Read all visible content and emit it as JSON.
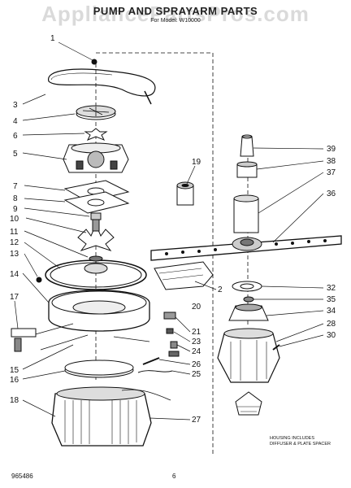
{
  "header": {
    "watermark": "AppliancePartsPros.com",
    "title": "PUMP AND SPRAYARM PARTS",
    "subtitle": "For Model: W10000"
  },
  "footer": {
    "doc_number": "965486",
    "page_number": "6"
  },
  "note": {
    "line1": "HOUSING INCLUDES",
    "line2": "DIFFUSER & PLATE SPACER"
  },
  "callouts": [
    {
      "id": "c1",
      "text": "1"
    },
    {
      "id": "c3",
      "text": "3"
    },
    {
      "id": "c4",
      "text": "4"
    },
    {
      "id": "c6",
      "text": "6"
    },
    {
      "id": "c5",
      "text": "5"
    },
    {
      "id": "c7",
      "text": "7"
    },
    {
      "id": "c8",
      "text": "8"
    },
    {
      "id": "c9",
      "text": "9"
    },
    {
      "id": "c10",
      "text": "10"
    },
    {
      "id": "c11",
      "text": "11"
    },
    {
      "id": "c12",
      "text": "12"
    },
    {
      "id": "c13",
      "text": "13"
    },
    {
      "id": "c14",
      "text": "14"
    },
    {
      "id": "c17",
      "text": "17"
    },
    {
      "id": "c15",
      "text": "15"
    },
    {
      "id": "c16",
      "text": "16"
    },
    {
      "id": "c18",
      "text": "18"
    },
    {
      "id": "c19",
      "text": "19"
    },
    {
      "id": "c2",
      "text": "2"
    },
    {
      "id": "c20",
      "text": "20"
    },
    {
      "id": "c21",
      "text": "21"
    },
    {
      "id": "c23",
      "text": "23"
    },
    {
      "id": "c24",
      "text": "24"
    },
    {
      "id": "c26",
      "text": "26"
    },
    {
      "id": "c25",
      "text": "25"
    },
    {
      "id": "c27",
      "text": "27"
    },
    {
      "id": "c39",
      "text": "39"
    },
    {
      "id": "c38",
      "text": "38"
    },
    {
      "id": "c37",
      "text": "37"
    },
    {
      "id": "c36",
      "text": "36"
    },
    {
      "id": "c32",
      "text": "32"
    },
    {
      "id": "c35",
      "text": "35"
    },
    {
      "id": "c34",
      "text": "34"
    },
    {
      "id": "c28",
      "text": "28"
    },
    {
      "id": "c30",
      "text": "30"
    }
  ]
}
